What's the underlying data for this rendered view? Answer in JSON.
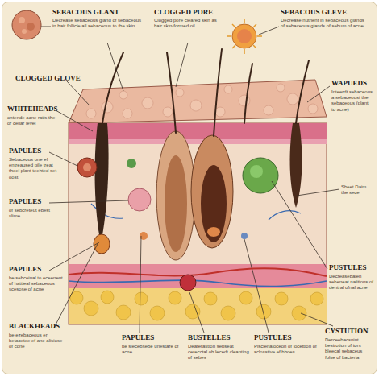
{
  "diagram": {
    "labels": [
      "SEBACOUS GLANT",
      "Decrease sebaceous gland of sebaceous in hair follicle all sebaceous to the skin.",
      "CLOGGED PORE",
      "Clogged pore cleared skin as hair skin-formed oil.",
      "SEBACOUS GLEVE",
      "Decrease nutrient in sebaceous glands of sebaceous glands of sebum of acne.",
      "CLOGGED GLOVE",
      "WHITEHEADS",
      "ontende acne ratis the or cellar level",
      "WAPUEDS",
      "Inteerdt sebaceous a sebaceoust the sebaceous (plant to acne)",
      "PAPULES",
      "Sebaceous one ef entreaused pile treat theel plant teehted set oost",
      "PAPULES",
      "of sebcreteut ebest slime",
      "Sbeet Daim the sece",
      "PAPULES",
      "be sebceinal to eceenent of hattleal sebaceous scesose of acne",
      "PUSTULES",
      "Decreasebalen sebeneat nalitions of dentral ofnal acne",
      "BLACKHEADS",
      "be ezebaceous er betacetee ef ane alisiose of cone",
      "PAPULES",
      "be slecebsebe unestare of acne",
      "BUSTELLES",
      "Deaterastion sebseat cerecctal oh lecedt cleanting of sebes",
      "PUSTULES",
      "Pisclenaloceon of locettion of sclosstive ef bhoes",
      "CYSTUTION",
      "Derceebacsnint bestrotion of tors bleecal sebaceus folse of bacteria"
    ]
  }
}
